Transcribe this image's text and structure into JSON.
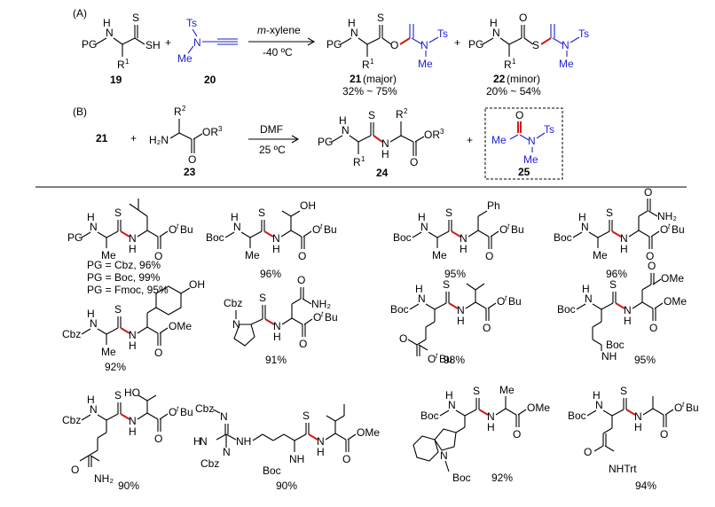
{
  "scheme": {
    "panel_a": {
      "label": "(A)",
      "reactant_19_label": "19",
      "reactant_20_label": "20",
      "plus": "+",
      "solvent_prefix": "m",
      "solvent_suffix": "-xylene",
      "temperature": "-40 ºC",
      "product_21_label": "21",
      "product_21_note": "(major)",
      "product_21_yield": "32% ~ 75%",
      "product_22_label": "22",
      "product_22_note": "(minor)",
      "product_22_yield": "20% ~ 54%"
    },
    "panel_b": {
      "label": "(B)",
      "reactant_21_label": "21",
      "reactant_23_label": "23",
      "plus": "+",
      "solvent": "DMF",
      "temperature": "25 ºC",
      "product_24_label": "24",
      "product_25_label": "25"
    },
    "atoms": {
      "PG": "PG",
      "H": "H",
      "N": "N",
      "O": "O",
      "S": "S",
      "SH": "SH",
      "Ts": "Ts",
      "Me": "Me",
      "R1": "R",
      "R1_sup": "1",
      "R2": "R",
      "R2_sup": "2",
      "R3": "OR",
      "R3_sup": "3",
      "H2N": "H₂N",
      "Boc": "Boc",
      "Cbz": "Cbz",
      "OMe": "OMe",
      "OtBu": "O",
      "tBu": "Bu",
      "t": "t",
      "NH2": "NH₂",
      "Ph": "Ph",
      "OH": "OH",
      "HO": "HO",
      "NH": "NH",
      "NHTrt": "NHTrt"
    }
  },
  "examples": [
    {
      "id": "ex1",
      "yields": [
        "PG = Cbz, 96%",
        "PG = Boc, 99%",
        "PG = Fmoc, 95%"
      ]
    },
    {
      "id": "ex2",
      "yield": "96%"
    },
    {
      "id": "ex3",
      "yield": "95%"
    },
    {
      "id": "ex4",
      "yield": "96%"
    },
    {
      "id": "ex5",
      "yield": "92%"
    },
    {
      "id": "ex6",
      "yield": "91%"
    },
    {
      "id": "ex7",
      "yield": "98%"
    },
    {
      "id": "ex8",
      "yield": "95%"
    },
    {
      "id": "ex9",
      "yield": "90%"
    },
    {
      "id": "ex10",
      "yield": "90%"
    },
    {
      "id": "ex11",
      "yield": "92%"
    },
    {
      "id": "ex12",
      "yield": "94%"
    }
  ],
  "colors": {
    "thioamide_bond": "#d11a1a",
    "ynamide": "#1f1fd1",
    "text": "#000000"
  }
}
